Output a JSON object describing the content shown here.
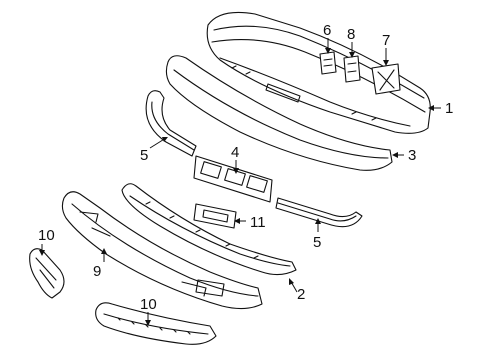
{
  "diagram": {
    "callouts": [
      {
        "id": "c1",
        "label": "1"
      },
      {
        "id": "c2",
        "label": "2"
      },
      {
        "id": "c3",
        "label": "3"
      },
      {
        "id": "c4",
        "label": "4"
      },
      {
        "id": "c5a",
        "label": "5"
      },
      {
        "id": "c5b",
        "label": "5"
      },
      {
        "id": "c6",
        "label": "6"
      },
      {
        "id": "c7",
        "label": "7"
      },
      {
        "id": "c8",
        "label": "8"
      },
      {
        "id": "c9",
        "label": "9"
      },
      {
        "id": "c10a",
        "label": "10"
      },
      {
        "id": "c10b",
        "label": "10"
      },
      {
        "id": "c11",
        "label": "11"
      }
    ]
  }
}
